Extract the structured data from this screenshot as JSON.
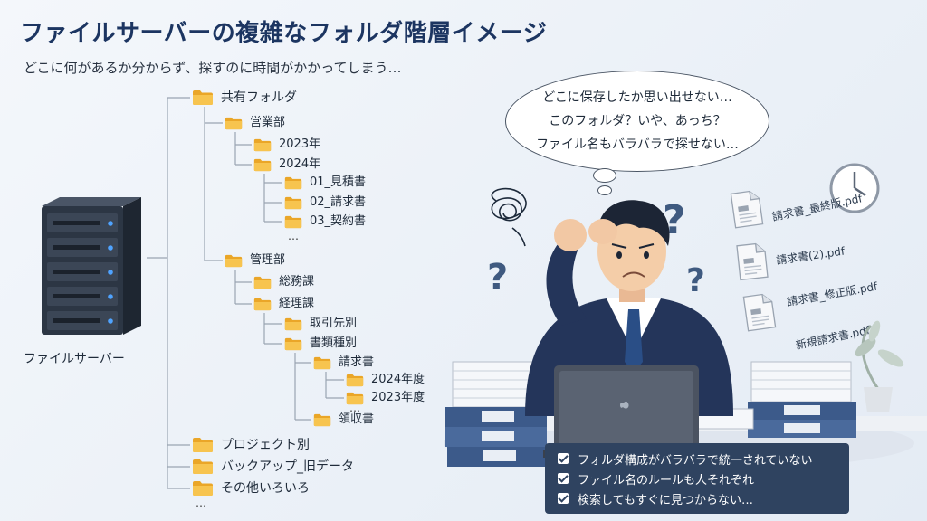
{
  "title": "ファイルサーバーの複雑なフォルダ階層イメージ",
  "subtitle": "どこに何があるか分からず、探すのに時間がかかってしまう…",
  "server_label": "ファイルサーバー",
  "tree": {
    "root": "共有フォルダ",
    "sales": "営業部",
    "y2023": "2023年",
    "y2024": "2024年",
    "estimate": "01_見積書",
    "invoice": "02_請求書",
    "contract": "03_契約書",
    "more1": "…",
    "admin": "管理部",
    "general": "総務課",
    "accounting": "経理課",
    "by_client": "取引先別",
    "by_doc_type": "書類種別",
    "invoices": "請求書",
    "fy2024": "2024年度",
    "fy2023": "2023年度",
    "more2": "…",
    "receipts": "領収書",
    "projects": "プロジェクト別",
    "backup": "バックアップ_旧データ",
    "misc": "その他いろいろ",
    "more3": "…"
  },
  "bubble_lines": [
    "どこに保存したか思い出せない…",
    "このフォルダ？いや、あっち？",
    "ファイル名もバラバラで探せない…"
  ],
  "pdf_files": [
    "請求書_最終版.pdf",
    "請求書(2).pdf",
    "請求書_修正版.pdf",
    "新規請求書.pdf"
  ],
  "checklist": [
    "フォルダ構成がバラバラで統一されていない",
    "ファイル名のルールも人それぞれ",
    "検索してもすぐに見つからない…"
  ],
  "colors": {
    "title": "#1c3561",
    "folder": "#f5c04a",
    "checklist_bg": "#2f4360",
    "suit": "#24355a"
  }
}
